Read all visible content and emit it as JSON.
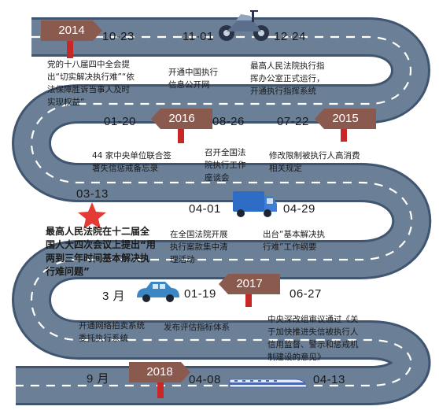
{
  "years": {
    "y2014": "2014",
    "y2015": "2015",
    "y2016": "2016",
    "y2017": "2017",
    "y2018": "2018"
  },
  "dates": {
    "d1023": "10-23",
    "d1101": "11-01",
    "d1224": "12-24",
    "d0120": "01-20",
    "d0826": "08-26",
    "d0722": "07-22",
    "d0313": "03-13",
    "d0401": "04-01",
    "d0429": "04-29",
    "dmar": "3 月",
    "d0119": "01-19",
    "d0627": "06-27",
    "dsep": "9 月",
    "d0408": "04-08",
    "d0413": "04-13"
  },
  "events": {
    "e1": "党的十八届四中全会提\n出“切实解决执行难”“依\n法保障胜诉当事人及时\n实现权益”",
    "e2": "开通中国执行\n信息公开网",
    "e3": "最高人民法院执行指\n挥办公室正式运行，\n开通执行指挥系统",
    "e4": "44 家中央单位联合签\n署失信惩戒备忘录",
    "e5": "召开全国法\n院执行工作\n座谈会",
    "e6": "修改限制被执行人高消费\n相关规定",
    "e7": "最高人民法院在十二届全\n国人大四次会议上提出“用\n两到三年时间基本解决执\n行难问题”",
    "e8": "在全国法院开展\n执行案款集中清\n理活动",
    "e9": "出台“基本解决执\n行难”工作纲要",
    "e10": "开通网络拍卖系统\n委托执行系统",
    "e11": "发布评估指标体系",
    "e12": "中央深改组审议通过《关\n于加快推进失信被执行人\n信用监督、警示和惩戒机\n制建设的意见》"
  },
  "colors": {
    "road": "#6b7f96",
    "road_edge": "#3f5570",
    "sign": "#8b5a4e",
    "post": "#c62828",
    "star": "#e53935",
    "truck": "#2f6cc6",
    "car": "#3b86c4",
    "train": "#4a67b0"
  }
}
